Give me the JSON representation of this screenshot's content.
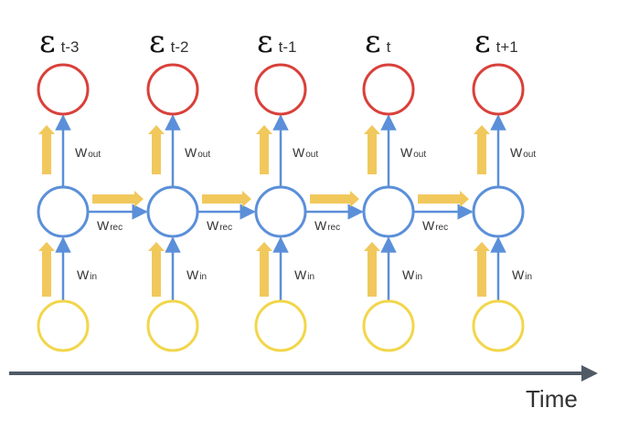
{
  "diagram": {
    "steps": [
      {
        "error_symbol": "ε",
        "error_sub": "t-3"
      },
      {
        "error_symbol": "ε",
        "error_sub": "t-2"
      },
      {
        "error_symbol": "ε",
        "error_sub": "t-1"
      },
      {
        "error_symbol": "ε",
        "error_sub": "t"
      },
      {
        "error_symbol": "ε",
        "error_sub": "t+1"
      }
    ],
    "weight_labels": {
      "out_base": "W",
      "out_sub": "out",
      "rec_base": "W",
      "rec_sub": "rec",
      "in_base": "W",
      "in_sub": "in"
    },
    "time_axis_label": "Time",
    "colors": {
      "error_node": "#d9403a",
      "hidden_node": "#5b8fd9",
      "input_node": "#f2d64b",
      "gradient_arrow": "#f0c24a",
      "axis": "#505a66"
    }
  }
}
